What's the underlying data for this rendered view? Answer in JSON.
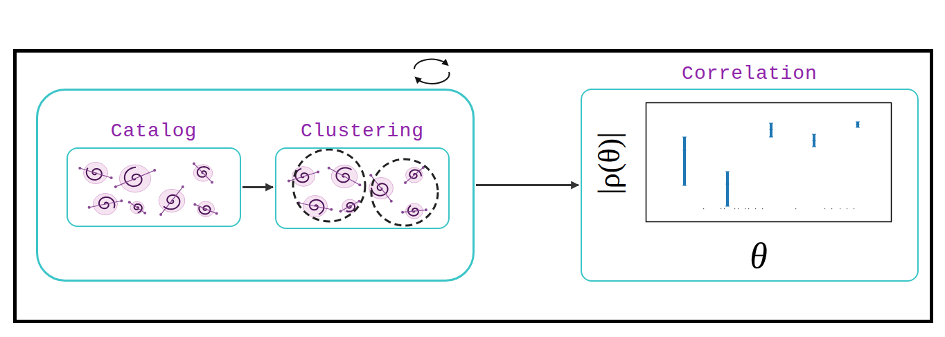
{
  "diagram": {
    "nodes": [
      {
        "text": []
      },
      {
        "text": [
          "Catalog"
        ],
        "in": 0
      },
      {
        "text": [
          "Clustering"
        ],
        "in": 0
      },
      {
        "text": [
          "Correlation"
        ]
      }
    ],
    "edges": [
      {
        "from": 1,
        "to": 2,
        "arrow": "to"
      },
      {
        "from": 0,
        "to": 3,
        "arrow": "to"
      }
    ],
    "labels": [
      "|ρ(θ)|",
      "θ"
    ]
  }
}
